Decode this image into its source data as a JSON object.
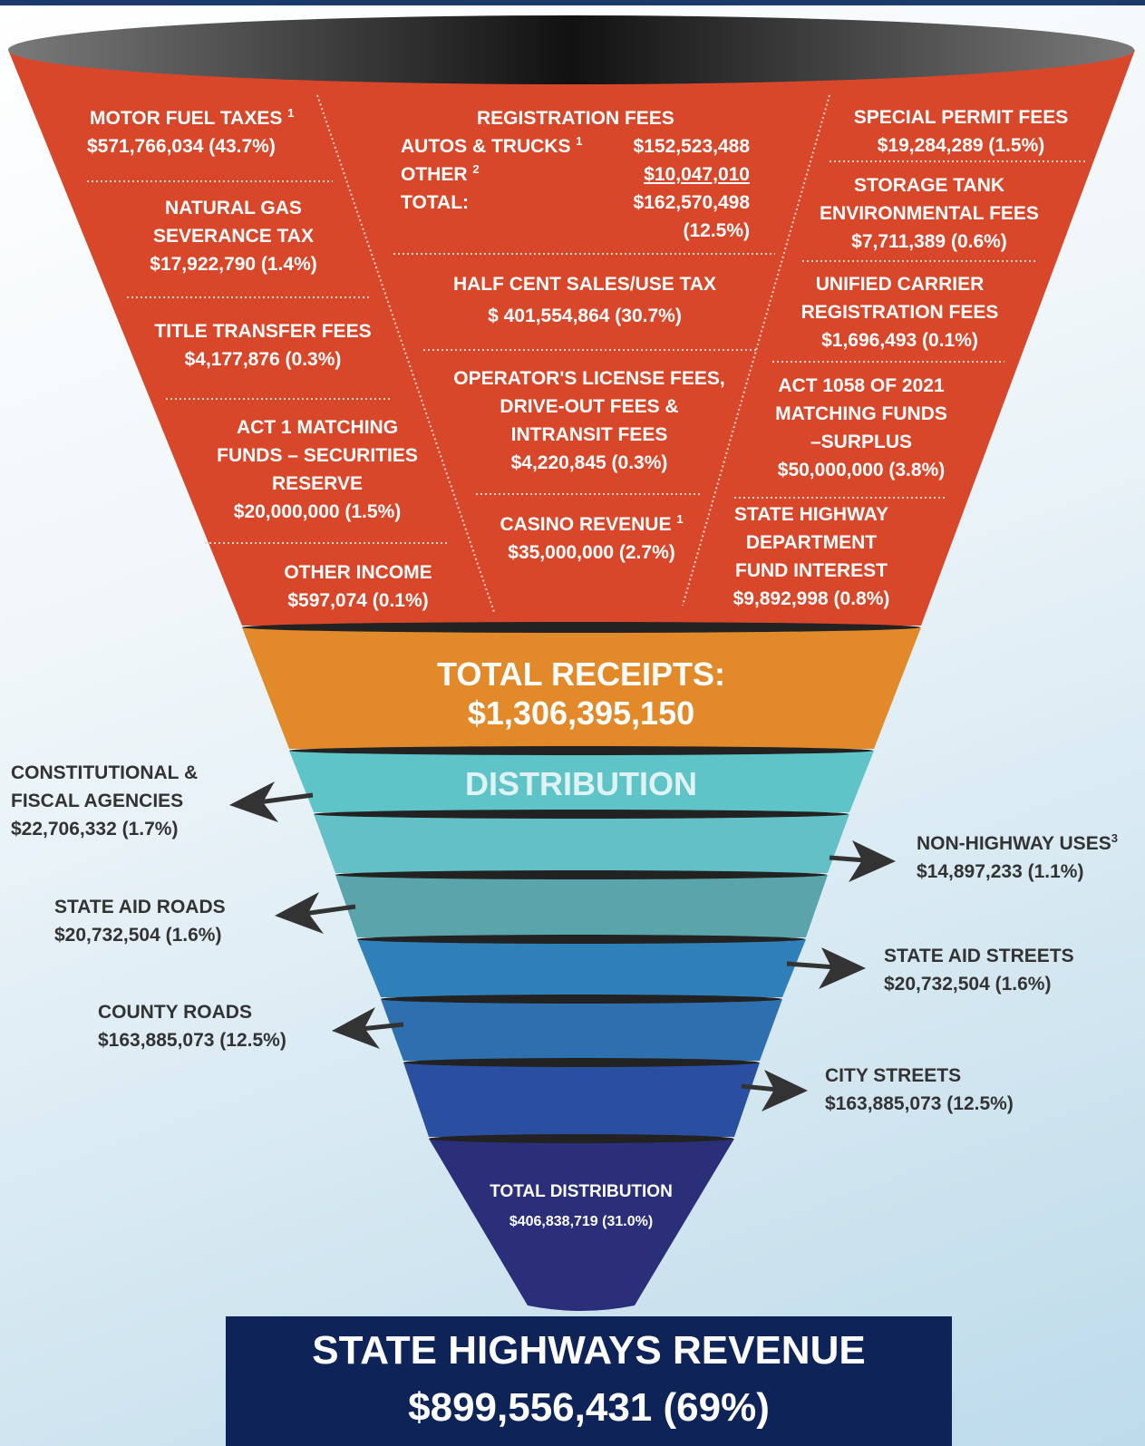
{
  "sources": {
    "motor_fuel": {
      "name": "MOTOR FUEL TAXES",
      "mark": "1",
      "amount": "$571,766,034 (43.7%)"
    },
    "natural_gas": {
      "line1": "NATURAL GAS",
      "line2": "SEVERANCE TAX",
      "amount": "$17,922,790 (1.4%)"
    },
    "title_transfer": {
      "name": "TITLE TRANSFER FEES",
      "amount": "$4,177,876 (0.3%)"
    },
    "act1": {
      "line1": "ACT 1 MATCHING",
      "line2": "FUNDS – SECURITIES",
      "line3": "RESERVE",
      "amount": "$20,000,000 (1.5%)"
    },
    "other_income": {
      "name": "OTHER INCOME",
      "amount": "$597,074 (0.1%)"
    },
    "registration": {
      "heading": "REGISTRATION FEES",
      "autos_label": "AUTOS & TRUCKS",
      "autos_mark": "1",
      "autos_amount": "$152,523,488",
      "other_label": "OTHER",
      "other_mark": "2",
      "other_amount": "$10,047,010",
      "total_label": "TOTAL:",
      "total_amount": "$162,570,498",
      "total_pct": "(12.5%)"
    },
    "half_cent": {
      "name": "HALF CENT SALES/USE TAX",
      "amount": "$ 401,554,864 (30.7%)"
    },
    "operator": {
      "line1": "OPERATOR'S LICENSE FEES,",
      "line2": "DRIVE-OUT FEES &",
      "line3": "INTRANSIT FEES",
      "amount": "$4,220,845 (0.3%)"
    },
    "casino": {
      "name": "CASINO REVENUE",
      "mark": "1",
      "amount": "$35,000,000 (2.7%)"
    },
    "special_permit": {
      "name": "SPECIAL  PERMIT  FEES",
      "amount": "$19,284,289 (1.5%)"
    },
    "storage_tank": {
      "line1": "STORAGE TANK",
      "line2": "ENVIRONMENTAL FEES",
      "amount": "$7,711,389 (0.6%)"
    },
    "unified_carrier": {
      "line1": "UNIFIED CARRIER",
      "line2": "REGISTRATION FEES",
      "amount": "$1,696,493 (0.1%)"
    },
    "act1058": {
      "line1": "ACT 1058 OF 2021",
      "line2": "MATCHING FUNDS",
      "line3": "–SURPLUS",
      "amount": "$50,000,000 (3.8%)"
    },
    "highway_interest": {
      "line1": "STATE HIGHWAY",
      "line2": "DEPARTMENT",
      "line3": "FUND INTEREST",
      "amount": "$9,892,998 (0.8%)"
    }
  },
  "total_receipts": {
    "label": "TOTAL RECEIPTS:",
    "amount": "$1,306,395,150"
  },
  "distribution": {
    "heading": "DISTRIBUTION",
    "constitutional": {
      "line1": "CONSTITUTIONAL &",
      "line2": "FISCAL AGENCIES",
      "amount": "$22,706,332 (1.7%)"
    },
    "non_highway": {
      "name": "NON-HIGHWAY USES",
      "mark": "3",
      "amount": "$14,897,233 (1.1%)"
    },
    "state_aid_roads": {
      "name": "STATE AID ROADS",
      "amount": "$20,732,504 (1.6%)"
    },
    "state_aid_streets": {
      "name": "STATE AID STREETS",
      "amount": "$20,732,504 (1.6%)"
    },
    "county_roads": {
      "name": "COUNTY ROADS",
      "amount": "$163,885,073 (12.5%)"
    },
    "city_streets": {
      "name": "CITY STREETS",
      "amount": "$163,885,073 (12.5%)"
    },
    "total": {
      "label": "TOTAL DISTRIBUTION",
      "amount": "$406,838,719 (31.0%)"
    }
  },
  "banner": {
    "line1": "STATE HIGHWAYS REVENUE",
    "line2": "$899,556,431 (69%)"
  },
  "colors": {
    "top": "#d9472a",
    "receipts": "#e28a2a",
    "band1": "#5ec4c8",
    "band2": "#5aa5ac",
    "band3": "#2f7fb8",
    "band4": "#2a4fa0",
    "band5": "#2b2e78",
    "banner": "#0e2459"
  }
}
